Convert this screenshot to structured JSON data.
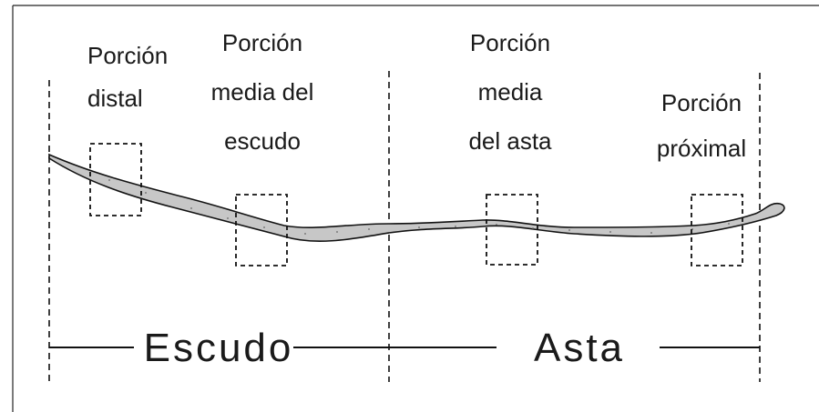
{
  "labels": {
    "distal": [
      "Porción",
      "distal"
    ],
    "media_escudo": [
      "Porción",
      "media del",
      "escudo"
    ],
    "media_asta": [
      "Porción",
      "media",
      "del asta"
    ],
    "proximal": [
      "Porción",
      "próximal"
    ]
  },
  "sections": {
    "escudo": "Escudo",
    "asta": "Asta"
  },
  "colors": {
    "hair_fill": "#c7c7c7",
    "stroke": "#111111",
    "background": "#ffffff"
  }
}
